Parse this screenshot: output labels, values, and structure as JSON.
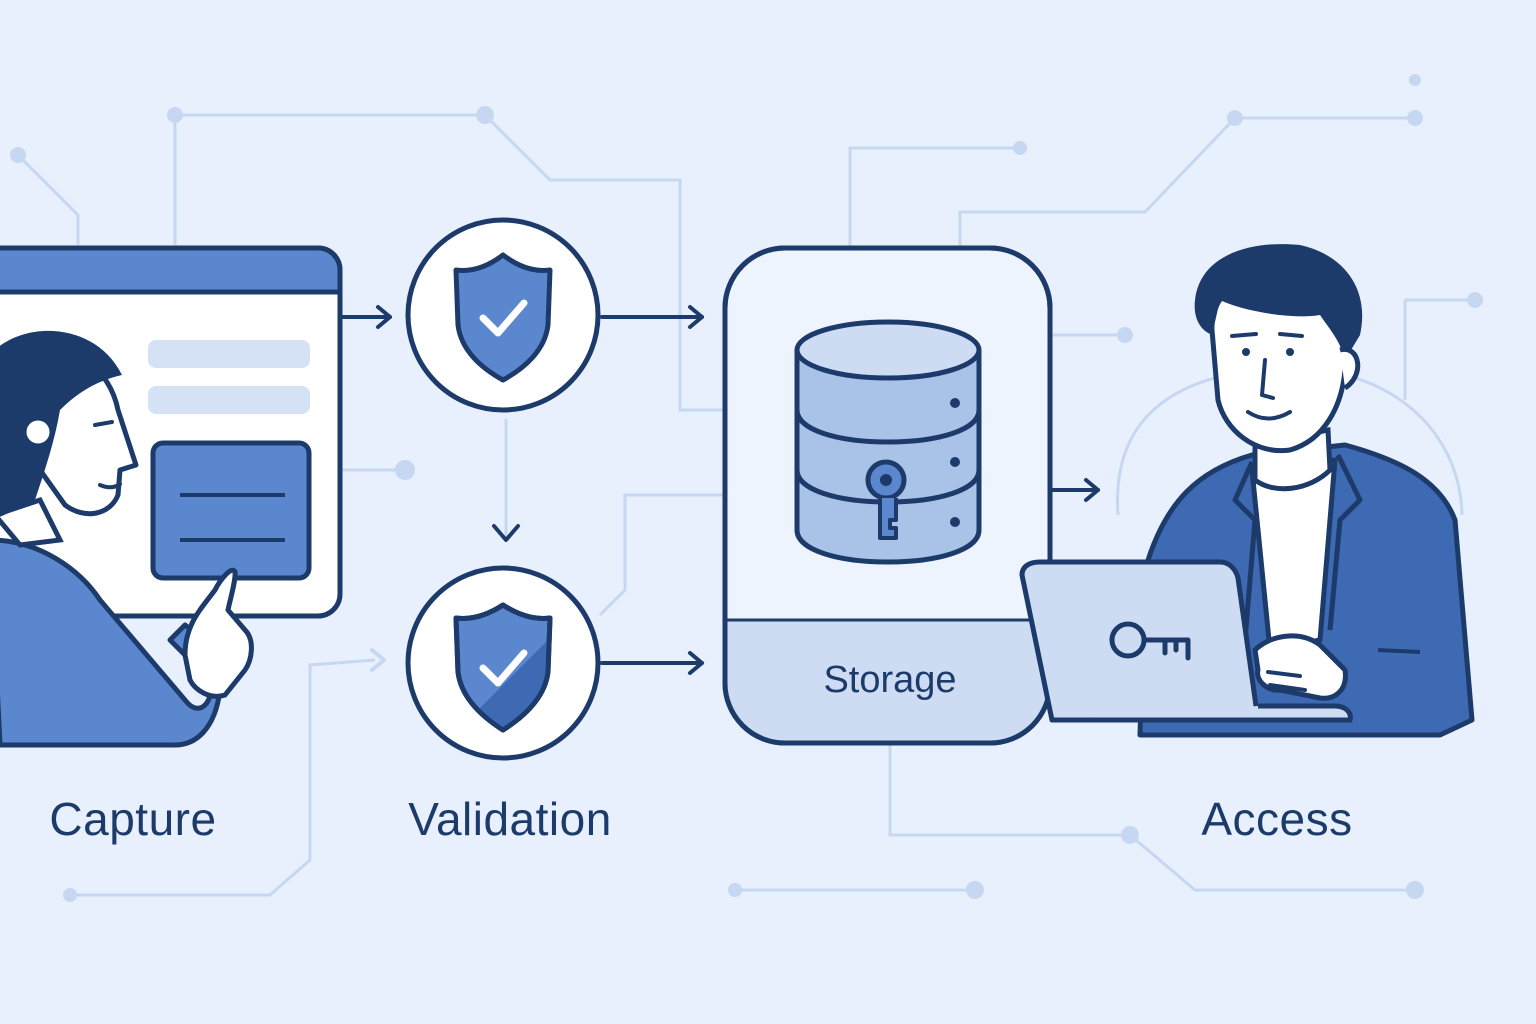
{
  "stages": {
    "capture": "Capture",
    "validation": "Validation",
    "storage": "Storage",
    "access": "Access"
  },
  "icons": {
    "capture": "form-window-with-pointing-person",
    "validation_top": "shield-check-icon",
    "validation_bottom": "shield-check-icon",
    "storage": "locked-database-icon",
    "access": "person-with-laptop-and-key"
  },
  "colors": {
    "background": "#e7f0fc",
    "outline": "#1d3b6a",
    "accent": "#5b87cf",
    "accent_dark": "#3e69b3",
    "light_fill": "#cddcf3",
    "white": "#ffffff",
    "circuit": "#c6d8f1"
  }
}
